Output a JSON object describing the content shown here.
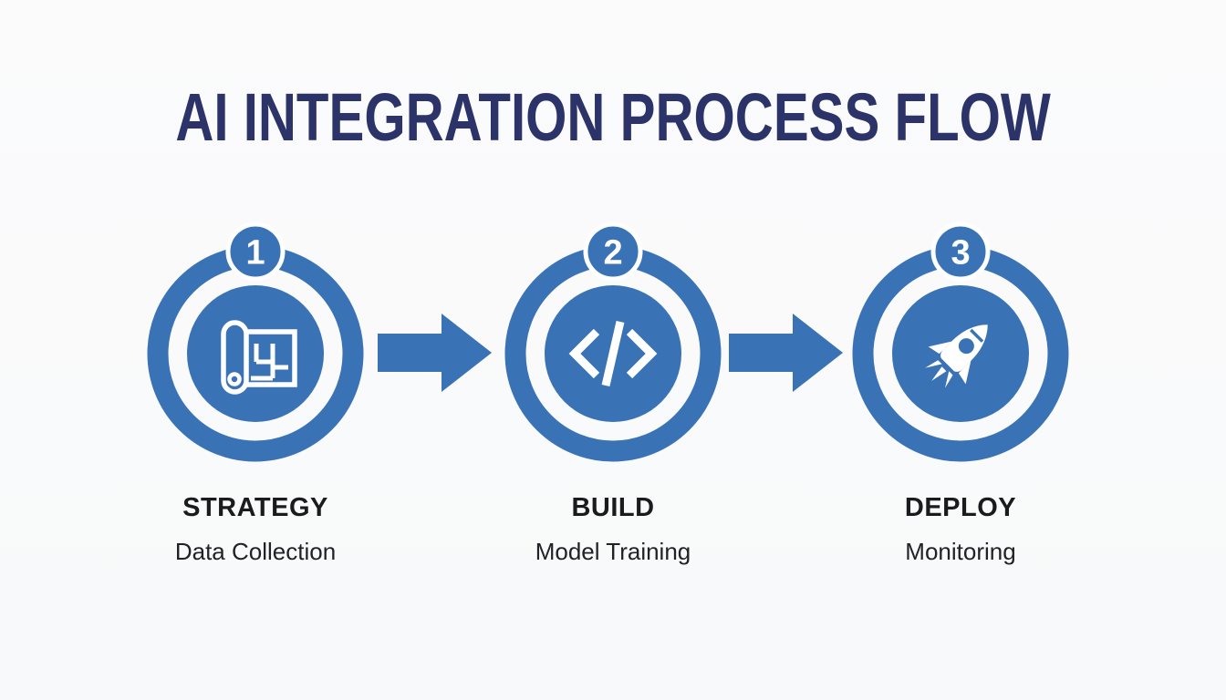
{
  "title": "AI INTEGRATION PROCESS FLOW",
  "colors": {
    "primary_blue": "#3973b5",
    "title_navy": "#2c3368",
    "label_text": "#1b1b1d",
    "background": "#fafafb",
    "icon_white": "#ffffff"
  },
  "steps": [
    {
      "number": "1",
      "icon": "blueprint-icon",
      "label": "STRATEGY",
      "sublabel": "Data Collection"
    },
    {
      "number": "2",
      "icon": "code-icon",
      "label": "BUILD",
      "sublabel": "Model Training"
    },
    {
      "number": "3",
      "icon": "rocket-icon",
      "label": "DEPLOY",
      "sublabel": "Monitoring"
    }
  ],
  "arrows": [
    {
      "name": "arrow-1",
      "direction": "right"
    },
    {
      "name": "arrow-2",
      "direction": "right"
    }
  ]
}
